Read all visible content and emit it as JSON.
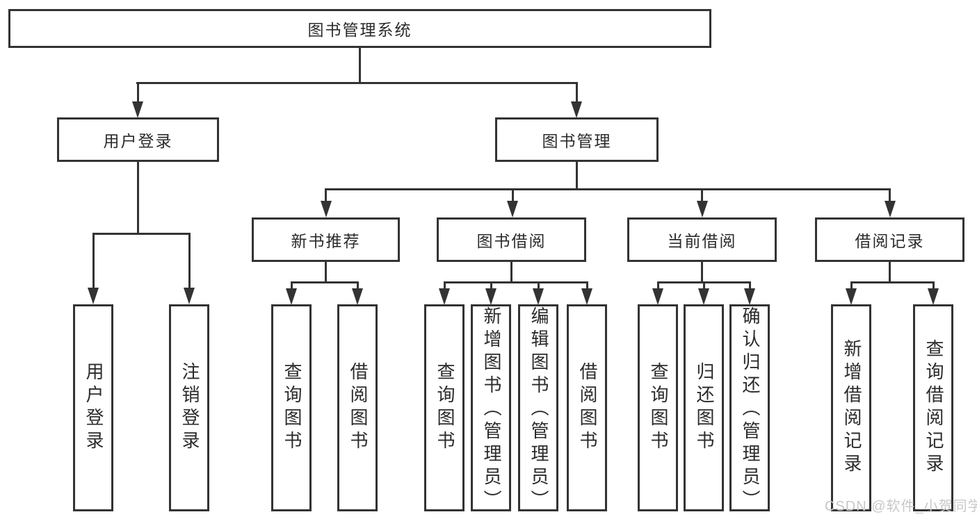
{
  "colors": {
    "line": "#333333",
    "box_border": "#333333",
    "text": "#2b2b2b",
    "background": "#ffffff",
    "watermark": "#c8c8c8"
  },
  "watermark": {
    "text": "CSDN @软件_小贺同学"
  },
  "tree": {
    "label": "图书管理系统",
    "children": [
      {
        "label": "用户登录",
        "children": [
          {
            "label": "用户登录"
          },
          {
            "label": "注销登录"
          }
        ]
      },
      {
        "label": "图书管理",
        "children": [
          {
            "label": "新书推荐",
            "children": [
              {
                "label": "查询图书"
              },
              {
                "label": "借阅图书"
              }
            ]
          },
          {
            "label": "图书借阅",
            "children": [
              {
                "label": "查询图书"
              },
              {
                "label": "新增图书（管理员）"
              },
              {
                "label": "编辑图书（管理员）"
              },
              {
                "label": "借阅图书"
              }
            ]
          },
          {
            "label": "当前借阅",
            "children": [
              {
                "label": "查询图书"
              },
              {
                "label": "归还图书"
              },
              {
                "label": "确认归还（管理员）"
              }
            ]
          },
          {
            "label": "借阅记录",
            "children": [
              {
                "label": "新增借阅记录"
              },
              {
                "label": "查询借阅记录"
              }
            ]
          }
        ]
      }
    ]
  }
}
